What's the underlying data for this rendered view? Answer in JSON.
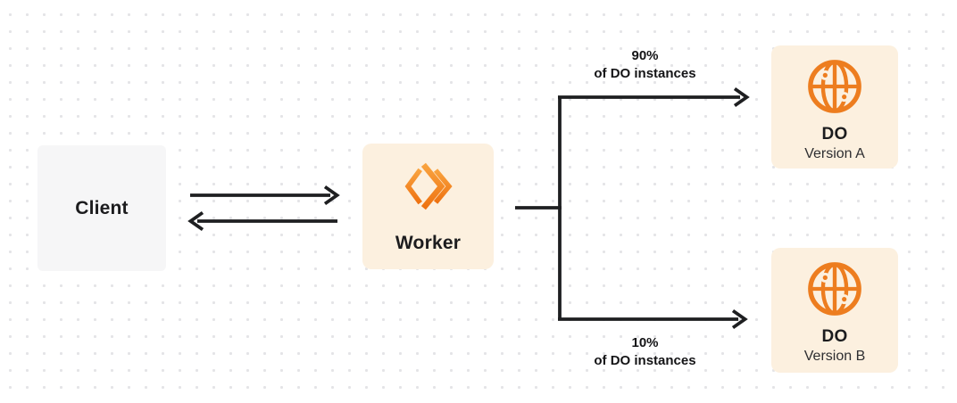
{
  "canvas": {
    "background": "#ffffff",
    "dot_color": "#e4e4e7"
  },
  "colors": {
    "line": "#1e1f21",
    "box_gray": "#f6f6f7",
    "box_cream": "#fcf0df",
    "orange_primary": "#ee7211",
    "orange_light": "#f9a33f",
    "orange_icon": "#ed7d1f",
    "text_dark": "#1c1c1e",
    "icon_gap_white": "#fcf0df"
  },
  "nodes": {
    "client": {
      "label": "Client"
    },
    "worker": {
      "label": "Worker",
      "icon": "workers-chevrons-icon"
    },
    "do_a": {
      "title": "DO",
      "subtitle": "Version A",
      "icon": "globe-icon"
    },
    "do_b": {
      "title": "DO",
      "subtitle": "Version B",
      "icon": "globe-icon"
    }
  },
  "edges": {
    "client_worker": {
      "type": "bidirectional-arrows"
    },
    "branch_top": {
      "label_line1": "90%",
      "label_line2": "of DO instances"
    },
    "branch_bottom": {
      "label_line1": "10%",
      "label_line2": "of DO instances"
    }
  }
}
